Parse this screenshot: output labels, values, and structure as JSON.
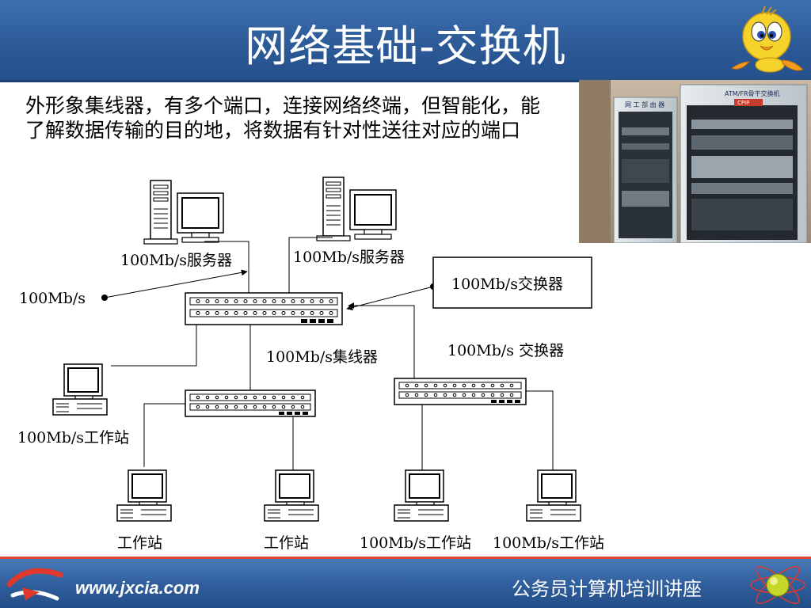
{
  "slide": {
    "title": "网络基础-交换机",
    "description": "外形象集线器，有多个端口，连接网络终端，但智能化，能了解数据传输的目的地，将数据有针对性送往对应的端口"
  },
  "photo": {
    "sign_left": "网 工 部 由 器",
    "sign_right": "ATM/FR骨干交换机",
    "badge": "CPIP"
  },
  "diagram": {
    "labels": {
      "server_left": "100Mb/s服务器",
      "server_right": "100Mb/s服务器",
      "link_left": "100Mb/s",
      "switch_box": "100Mb/s交换器",
      "hub": "100Mb/s集线器",
      "switch_device": "100Mb/s 交换器",
      "workstation_left": "100Mb/s工作站",
      "ws1": "工作站",
      "ws2": "工作站",
      "ws3": "100Mb/s工作站",
      "ws4": "100Mb/s工作站"
    }
  },
  "footer": {
    "url": "www.jxcia.com",
    "course": "公务员计算机培训讲座"
  },
  "colors": {
    "header": "#2d5b98",
    "footer": "#2e5c9a",
    "accent": "#d9482f"
  }
}
